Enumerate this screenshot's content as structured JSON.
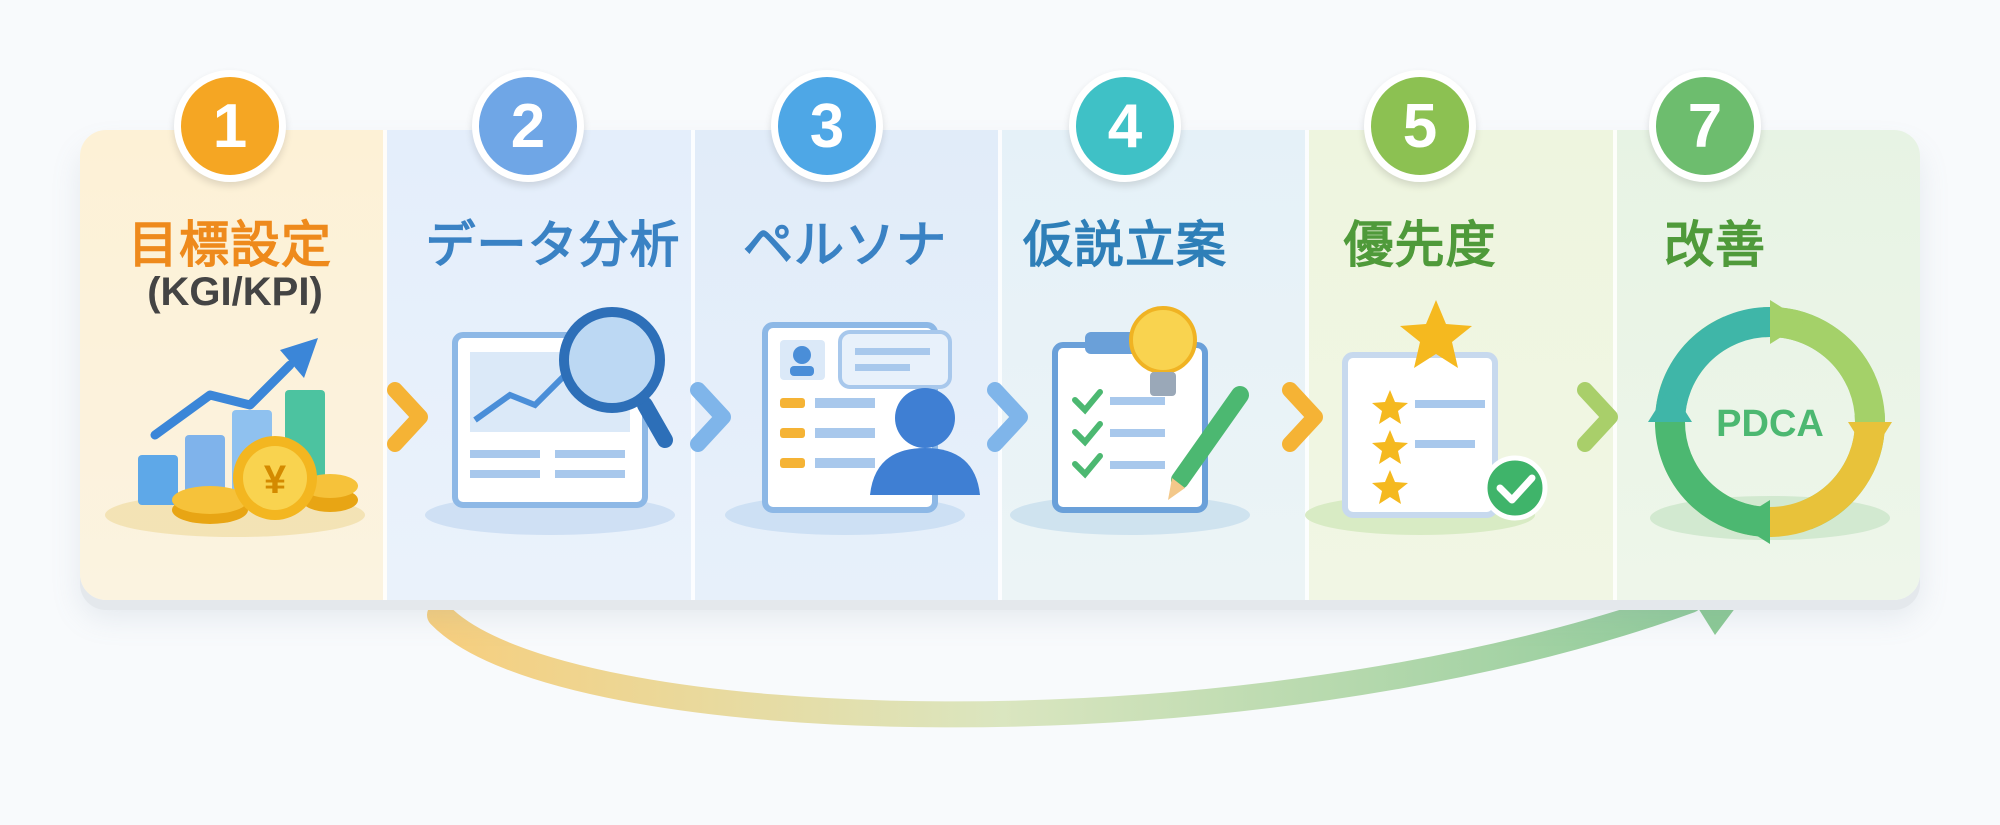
{
  "steps": [
    {
      "number": "1",
      "title": "目標設定",
      "subtitle": "(KGI/KPI)",
      "color": "#f5a623",
      "text_color": "#ee8a1c",
      "icon": "chart-coins-icon"
    },
    {
      "number": "2",
      "title": "データ分析",
      "color": "#6fa6e6",
      "text_color": "#3a82c4",
      "icon": "magnifier-report-icon"
    },
    {
      "number": "3",
      "title": "ペルソナ",
      "color": "#4ea7e6",
      "text_color": "#3a82c4",
      "icon": "persona-profile-icon"
    },
    {
      "number": "4",
      "title": "仮説立案",
      "color": "#3fc1c6",
      "text_color": "#2e7fb8",
      "icon": "clipboard-lightbulb-icon"
    },
    {
      "number": "5",
      "title": "優先度",
      "color": "#8cc152",
      "text_color": "#4f9a3a",
      "icon": "star-ranking-icon"
    },
    {
      "number": "7",
      "title": "改善",
      "color": "#6dbd6e",
      "text_color": "#4f9a3a",
      "icon": "pdca-cycle-icon"
    }
  ],
  "pdca_label": "PDCA",
  "colors": {
    "arrow_gradient": [
      "#f6c768",
      "#a9d49f",
      "#7fc48a"
    ],
    "chevrons": [
      "#f5b335",
      "#7fb5ea",
      "#7fb5ea",
      "#f5b335",
      "#a9cf6a"
    ]
  }
}
